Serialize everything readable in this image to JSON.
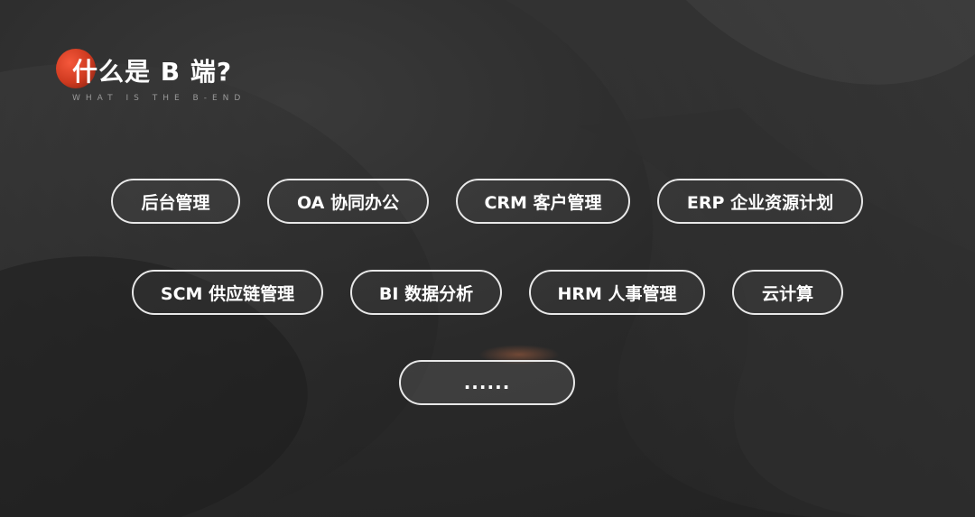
{
  "slide": {
    "title": "什么是 B 端?",
    "subtitle": "WHAT IS THE B-END",
    "accent_color": "#e04428"
  },
  "tags": {
    "row1": [
      "后台管理",
      "OA 协同办公",
      "CRM 客户管理",
      "ERP 企业资源计划"
    ],
    "row2": [
      "SCM 供应链管理",
      "BI 数据分析",
      "HRM 人事管理",
      "云计算"
    ],
    "row3": [
      "......"
    ]
  }
}
